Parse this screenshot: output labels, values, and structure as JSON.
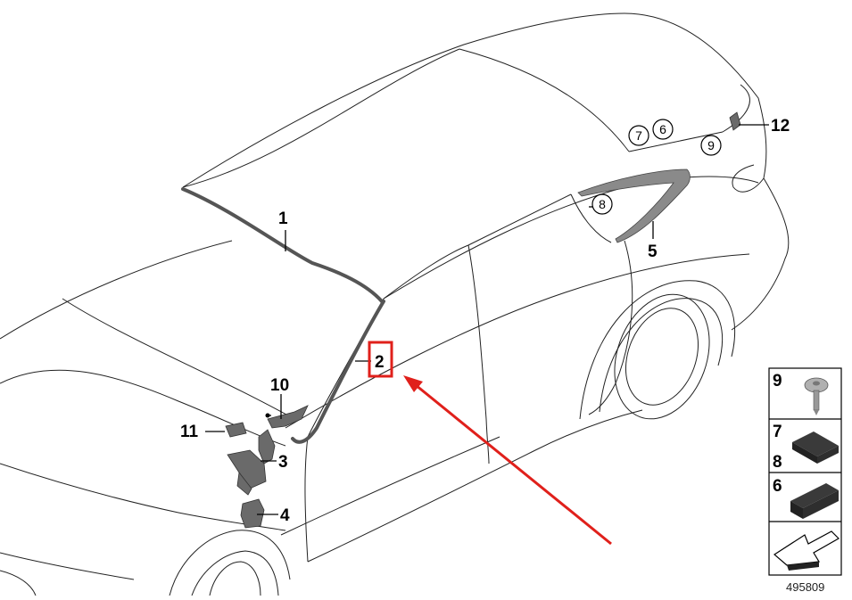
{
  "callouts": {
    "c1": "1",
    "c2": "2",
    "c3": "3",
    "c4": "4",
    "c5": "5",
    "c10": "10",
    "c11": "11",
    "c12": "12"
  },
  "circled_refs": {
    "r7": "7",
    "r6": "6",
    "r9": "9",
    "r8": "8"
  },
  "legend": {
    "row1_num": "9",
    "row2_num_a": "7",
    "row2_num_b": "8",
    "row3_num": "6"
  },
  "diagram_id": "495809",
  "colors": {
    "highlight": "#e0201b",
    "line": "#222222",
    "part_fill": "#6a6a6a"
  },
  "icons": [
    "screw-icon",
    "sealing-pad-icon",
    "foam-block-icon",
    "direction-arrow-icon"
  ]
}
